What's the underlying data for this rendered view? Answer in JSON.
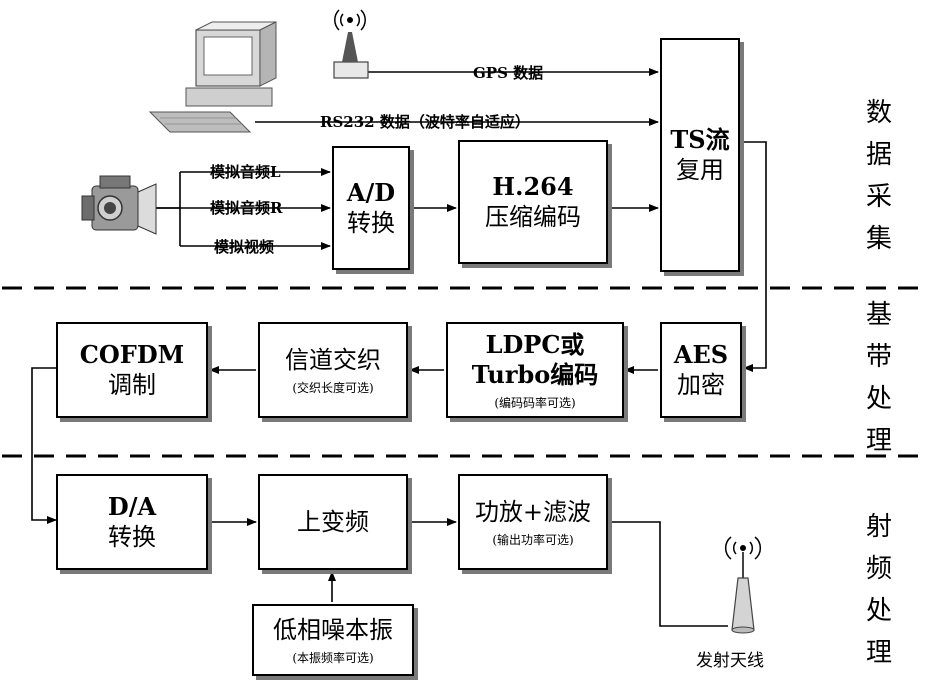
{
  "inputs": {
    "gps": "GPS 数据",
    "rs232": "RS232 数据（波特率自适应）",
    "audio_l": "模拟音频L",
    "audio_r": "模拟音频R",
    "video": "模拟视频"
  },
  "blocks": {
    "ad": {
      "line1": "A/D",
      "line2": "转换"
    },
    "h264": {
      "line1": "H.264",
      "line2": "压缩编码"
    },
    "ts": {
      "line1": "TS流",
      "line2": "复用"
    },
    "aes": {
      "line1": "AES",
      "line2": "加密"
    },
    "ldpc": {
      "line1": "LDPC或",
      "line2": "Turbo编码",
      "note": "(编码码率可选)"
    },
    "interleave": {
      "line1": "信道交织",
      "note": "(交织长度可选)"
    },
    "cofdm": {
      "line1": "COFDM",
      "line2": "调制"
    },
    "da": {
      "line1": "D/A",
      "line2": "转换"
    },
    "upconv": {
      "line1": "上变频"
    },
    "pa": {
      "line1": "功放+滤波",
      "note": "(输出功率可选)"
    },
    "lo": {
      "line1": "低相噪本振",
      "note": "(本振频率可选)"
    }
  },
  "antenna_label": "发射天线",
  "sections": {
    "acquisition": [
      "数",
      "据",
      "采",
      "集"
    ],
    "baseband": [
      "基",
      "带",
      "处",
      "理"
    ],
    "rf": [
      "射",
      "频",
      "处",
      "理"
    ]
  },
  "icons": [
    "gps-antenna-icon",
    "computer-icon",
    "camcorder-icon",
    "transmit-antenna-icon"
  ]
}
